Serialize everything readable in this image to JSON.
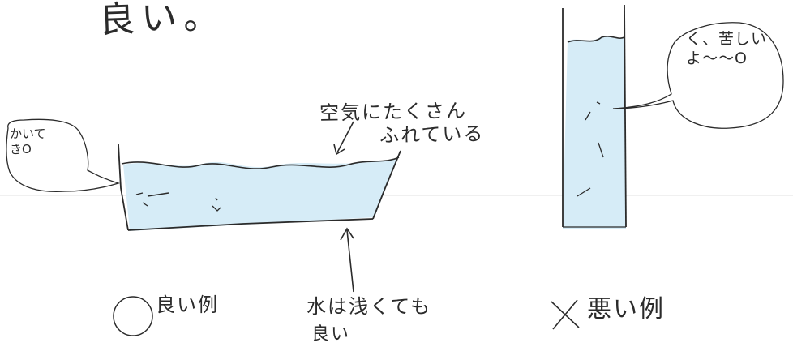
{
  "heading": {
    "partial_text": "良い。"
  },
  "annotations": {
    "air_line_1": "空気にたくさん",
    "air_line_2": "ふれている",
    "shallow_line_1": "水は浅くても",
    "shallow_line_2": "良い"
  },
  "bubbles": {
    "left": "かいてきO",
    "right": "く、苦しいよ〜〜O"
  },
  "examples": {
    "good": {
      "mark": "○",
      "label": "良い例"
    },
    "bad": {
      "mark": "×",
      "label": "悪い例"
    }
  },
  "colors": {
    "ink": "#2b2b2b",
    "water": "#cfe7f4",
    "water_light": "#def0f8",
    "background": "#ffffff"
  }
}
